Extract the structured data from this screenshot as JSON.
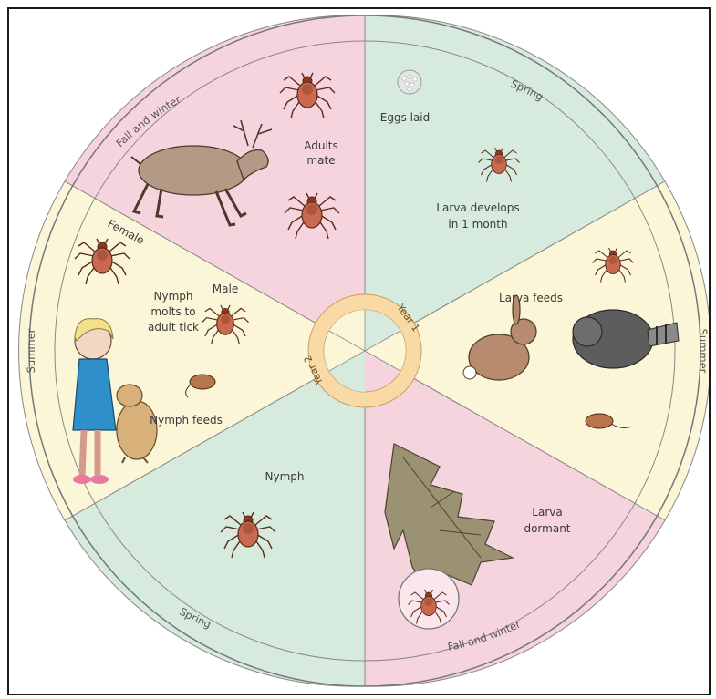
{
  "seasons": {
    "fall_winter_top": "Fall and winter",
    "spring_top": "Spring",
    "summer_right": "Summer",
    "fall_winter_bottom": "Fall and winter",
    "spring_bottom": "Spring",
    "summer_left": "Summer"
  },
  "stages": {
    "adults_mate_line1": "Adults",
    "adults_mate_line2": "mate",
    "eggs_laid": "Eggs laid",
    "larva_develops_line1": "Larva develops",
    "larva_develops_line2": "in 1 month",
    "larva_feeds": "Larva feeds",
    "larva_dormant_line1": "Larva",
    "larva_dormant_line2": "dormant",
    "nymph": "Nymph",
    "nymph_feeds": "Nymph feeds",
    "female": "Female",
    "male": "Male",
    "nymph_molts_line1": "Nymph",
    "nymph_molts_line2": "molts to",
    "nymph_molts_line3": "adult tick"
  },
  "years": {
    "year1": "Year 1",
    "year2": "Year 2"
  },
  "colors": {
    "pink": "#f6d4de",
    "green": "#d6ebdd",
    "yellow": "#fbf6d8",
    "ring": "#f9d9a6",
    "tick": "#c9694f"
  }
}
